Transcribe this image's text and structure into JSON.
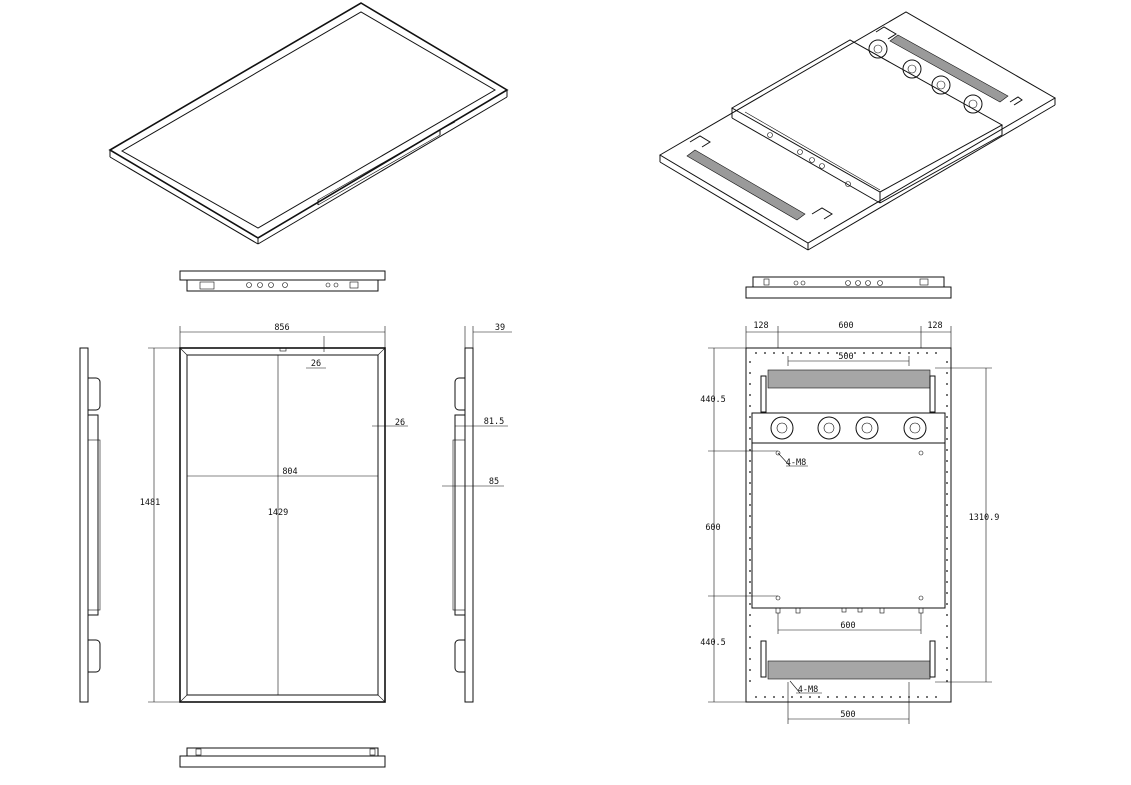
{
  "front_view": {
    "width_overall": "856",
    "bezel_top": "26",
    "bezel_side": "26",
    "active_width": "804",
    "height_overall": "1481",
    "active_height": "1429"
  },
  "side_view": {
    "depth_overall": "39",
    "depth_step": "81.5",
    "depth_module": "85"
  },
  "rear_view": {
    "margin_left": "128",
    "center_width": "600",
    "margin_right": "128",
    "top_span": "500",
    "top_offset": "440.5",
    "mid_height": "600",
    "bottom_offset": "440.5",
    "bracket_height": "1310.9",
    "top_hole_note": "4-M8",
    "bottom_span_600": "600",
    "bottom_hole_note": "4-M8",
    "bottom_span_500": "500"
  }
}
